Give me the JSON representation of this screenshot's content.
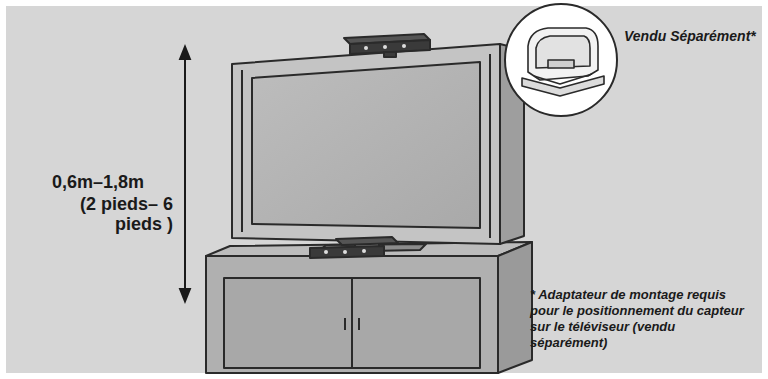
{
  "diagram": {
    "labels": [
      "0,6m–1,8m",
      "(2 pieds– 6 pieds )",
      "Vendu Séparément*",
      "* Adaptateur de montage requis pour le positionnement du capteur sur le téléviseur (vendu séparément)"
    ]
  }
}
